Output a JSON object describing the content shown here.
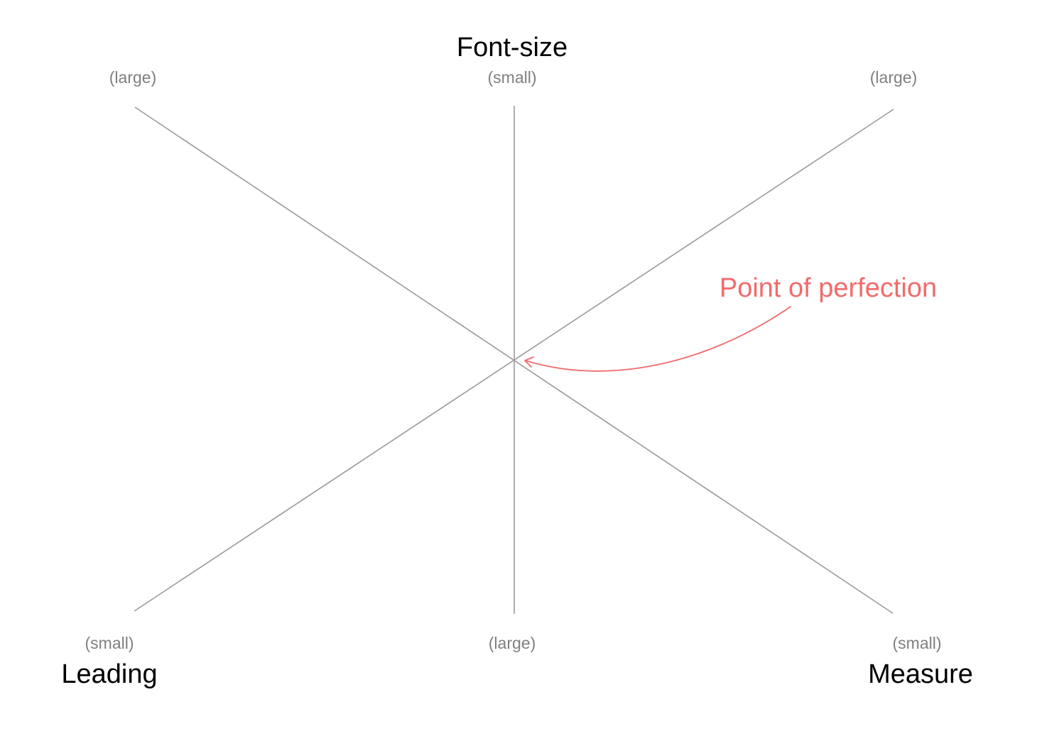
{
  "diagram": {
    "axes": {
      "font_size": {
        "title": "Font-size",
        "top_end": "(small)",
        "bottom_end": "(large)"
      },
      "leading": {
        "title": "Leading",
        "top_end": "(large)",
        "bottom_end": "(small)"
      },
      "measure": {
        "title": "Measure",
        "top_end": "(large)",
        "bottom_end": "(small)"
      }
    },
    "annotation": {
      "text": "Point of perfection",
      "color": "#f26b6b"
    },
    "colors": {
      "axis_line": "#9a9a9a",
      "end_label": "#7f7f7f",
      "title": "#000000",
      "background": "#ffffff"
    }
  }
}
